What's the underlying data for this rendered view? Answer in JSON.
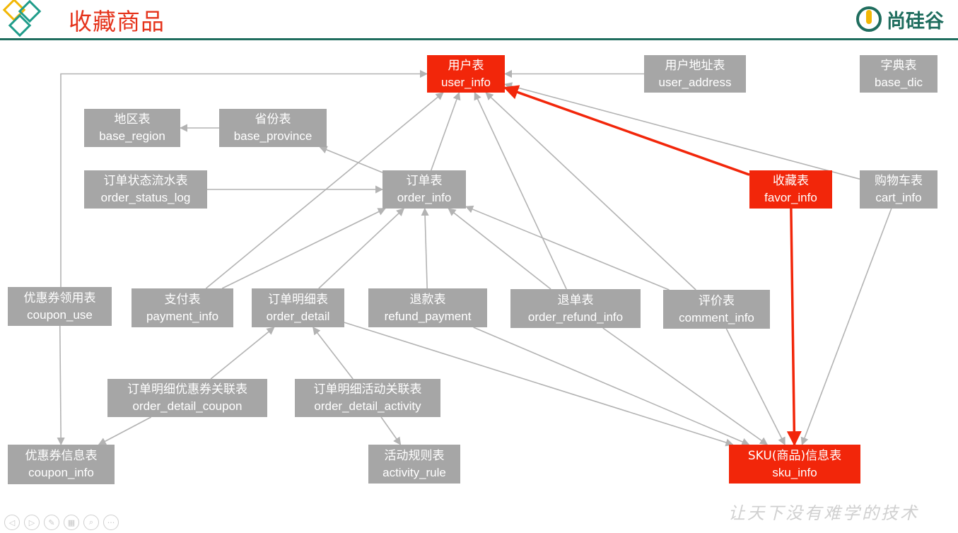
{
  "header": {
    "title": "收藏商品",
    "brand_name": "尚硅谷"
  },
  "nodes": {
    "user_info": {
      "cn": "用户表",
      "en": "user_info"
    },
    "user_address": {
      "cn": "用户地址表",
      "en": "user_address"
    },
    "base_dic": {
      "cn": "字典表",
      "en": "base_dic"
    },
    "base_region": {
      "cn": "地区表",
      "en": "base_region"
    },
    "base_province": {
      "cn": "省份表",
      "en": "base_province"
    },
    "order_status_log": {
      "cn": "订单状态流水表",
      "en": "order_status_log"
    },
    "order_info": {
      "cn": "订单表",
      "en": "order_info"
    },
    "favor_info": {
      "cn": "收藏表",
      "en": "favor_info"
    },
    "cart_info": {
      "cn": "购物车表",
      "en": "cart_info"
    },
    "coupon_use": {
      "cn": "优惠券领用表",
      "en": "coupon_use"
    },
    "payment_info": {
      "cn": "支付表",
      "en": "payment_info"
    },
    "order_detail": {
      "cn": "订单明细表",
      "en": "order_detail"
    },
    "refund_payment": {
      "cn": "退款表",
      "en": "refund_payment"
    },
    "order_refund_info": {
      "cn": "退单表",
      "en": "order_refund_info"
    },
    "comment_info": {
      "cn": "评价表",
      "en": "comment_info"
    },
    "order_detail_coupon": {
      "cn": "订单明细优惠券关联表",
      "en": "order_detail_coupon"
    },
    "order_detail_activity": {
      "cn": "订单明细活动关联表",
      "en": "order_detail_activity"
    },
    "coupon_info": {
      "cn": "优惠券信息表",
      "en": "coupon_info"
    },
    "activity_rule": {
      "cn": "活动规则表",
      "en": "activity_rule"
    },
    "sku_info": {
      "cn": "SKU(商品)信息表",
      "en": "sku_info"
    }
  },
  "highlighted": [
    "user_info",
    "favor_info",
    "sku_info"
  ],
  "edges": [
    {
      "from": "user_address",
      "to": "user_info"
    },
    {
      "from": "coupon_use",
      "to": "user_info"
    },
    {
      "from": "coupon_use",
      "to": "coupon_info"
    },
    {
      "from": "base_province",
      "to": "base_region"
    },
    {
      "from": "order_info",
      "to": "base_province"
    },
    {
      "from": "order_status_log",
      "to": "order_info"
    },
    {
      "from": "order_info",
      "to": "user_info"
    },
    {
      "from": "payment_info",
      "to": "user_info"
    },
    {
      "from": "payment_info",
      "to": "order_info"
    },
    {
      "from": "order_detail",
      "to": "order_info"
    },
    {
      "from": "refund_payment",
      "to": "order_info"
    },
    {
      "from": "order_refund_info",
      "to": "order_info"
    },
    {
      "from": "comment_info",
      "to": "order_info"
    },
    {
      "from": "order_refund_info",
      "to": "user_info"
    },
    {
      "from": "comment_info",
      "to": "user_info"
    },
    {
      "from": "cart_info",
      "to": "user_info"
    },
    {
      "from": "favor_info",
      "to": "user_info",
      "highlight": true
    },
    {
      "from": "favor_info",
      "to": "sku_info",
      "highlight": true
    },
    {
      "from": "cart_info",
      "to": "sku_info"
    },
    {
      "from": "order_detail",
      "to": "sku_info"
    },
    {
      "from": "refund_payment",
      "to": "sku_info"
    },
    {
      "from": "order_refund_info",
      "to": "sku_info"
    },
    {
      "from": "comment_info",
      "to": "sku_info"
    },
    {
      "from": "order_detail_coupon",
      "to": "order_detail"
    },
    {
      "from": "order_detail_coupon",
      "to": "coupon_info"
    },
    {
      "from": "order_detail_activity",
      "to": "order_detail"
    },
    {
      "from": "order_detail_activity",
      "to": "activity_rule"
    }
  ],
  "footer": {
    "slogan": "让天下没有难学的技术",
    "toolbar": [
      "prev-icon",
      "next-icon",
      "pen-icon",
      "slides-icon",
      "zoom-icon",
      "more-icon"
    ]
  },
  "colors": {
    "accent": "#e5331b",
    "highlight_node": "#f2260a",
    "node": "#a6a6a6",
    "edge": "#b3b3b3",
    "brand": "#1f6d5e"
  }
}
